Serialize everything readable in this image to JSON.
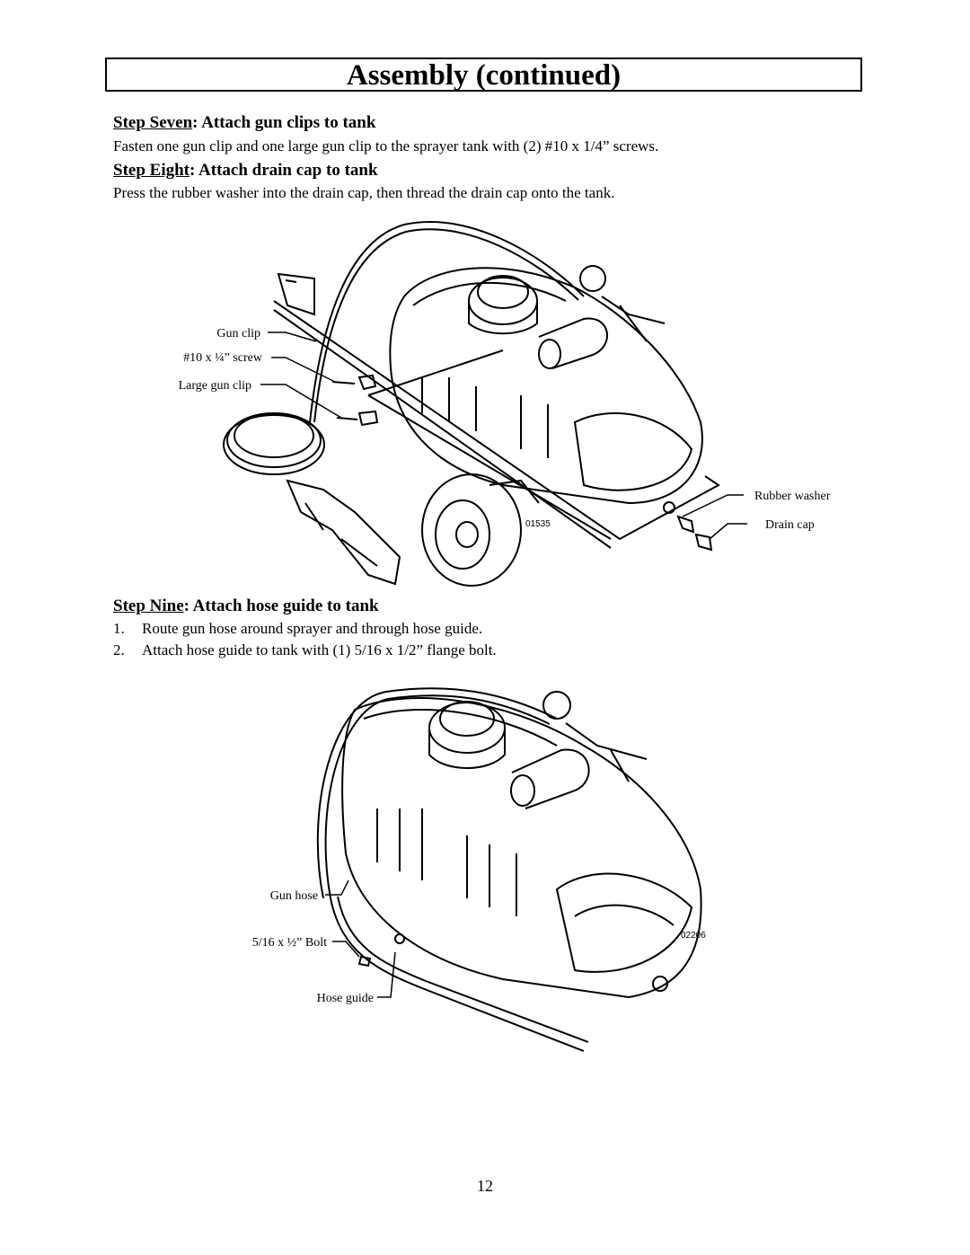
{
  "title": "Assembly (continued)",
  "step7": {
    "step": "Step Seven",
    "action": ": Attach gun clips to tank",
    "text": "Fasten one gun clip and one large gun clip to the sprayer tank with (2) #10 x 1/4” screws."
  },
  "step8": {
    "step": "Step Eight",
    "action": ": Attach drain cap to tank",
    "text": "Press the rubber washer into the drain cap, then thread the drain cap onto the tank."
  },
  "figure1": {
    "labels": {
      "gun_clip": "Gun clip",
      "screw": "#10 x ¼” screw",
      "large_gun_clip": "Large gun clip",
      "rubber_washer": "Rubber washer",
      "drain_cap": "Drain cap"
    },
    "code": "01535"
  },
  "step9": {
    "step": "Step Nine",
    "action": ": Attach hose guide to tank",
    "items": [
      {
        "num": "1.",
        "text": "Route gun hose around sprayer and through hose guide."
      },
      {
        "num": "2.",
        "text": "Attach hose guide to tank with (1) 5/16 x 1/2” flange bolt."
      }
    ]
  },
  "figure2": {
    "labels": {
      "gun_hose": "Gun hose",
      "bolt": "5/16 x ½” Bolt",
      "hose_guide": "Hose guide"
    },
    "code": "02206"
  },
  "page_number": "12"
}
